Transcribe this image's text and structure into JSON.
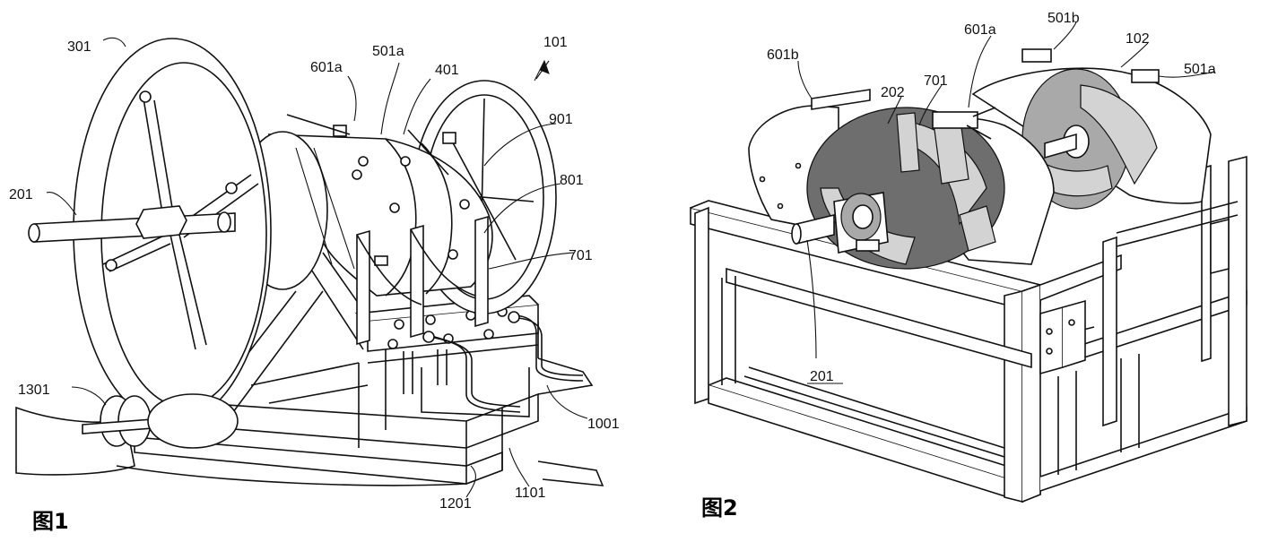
{
  "figure1": {
    "caption": "图1",
    "labels": {
      "l101": "101",
      "l201": "201",
      "l301": "301",
      "l401": "401",
      "l501a": "501a",
      "l601a": "601a",
      "l701": "701",
      "l801": "801",
      "l901": "901",
      "l1001": "1001",
      "l1101": "1101",
      "l1201": "1201",
      "l1301": "1301"
    }
  },
  "figure2": {
    "caption": "图2",
    "labels": {
      "l102": "102",
      "l201": "201",
      "l202": "202",
      "l501a": "501a",
      "l501b": "501b",
      "l601a": "601a",
      "l601b": "601b",
      "l701": "701"
    }
  }
}
